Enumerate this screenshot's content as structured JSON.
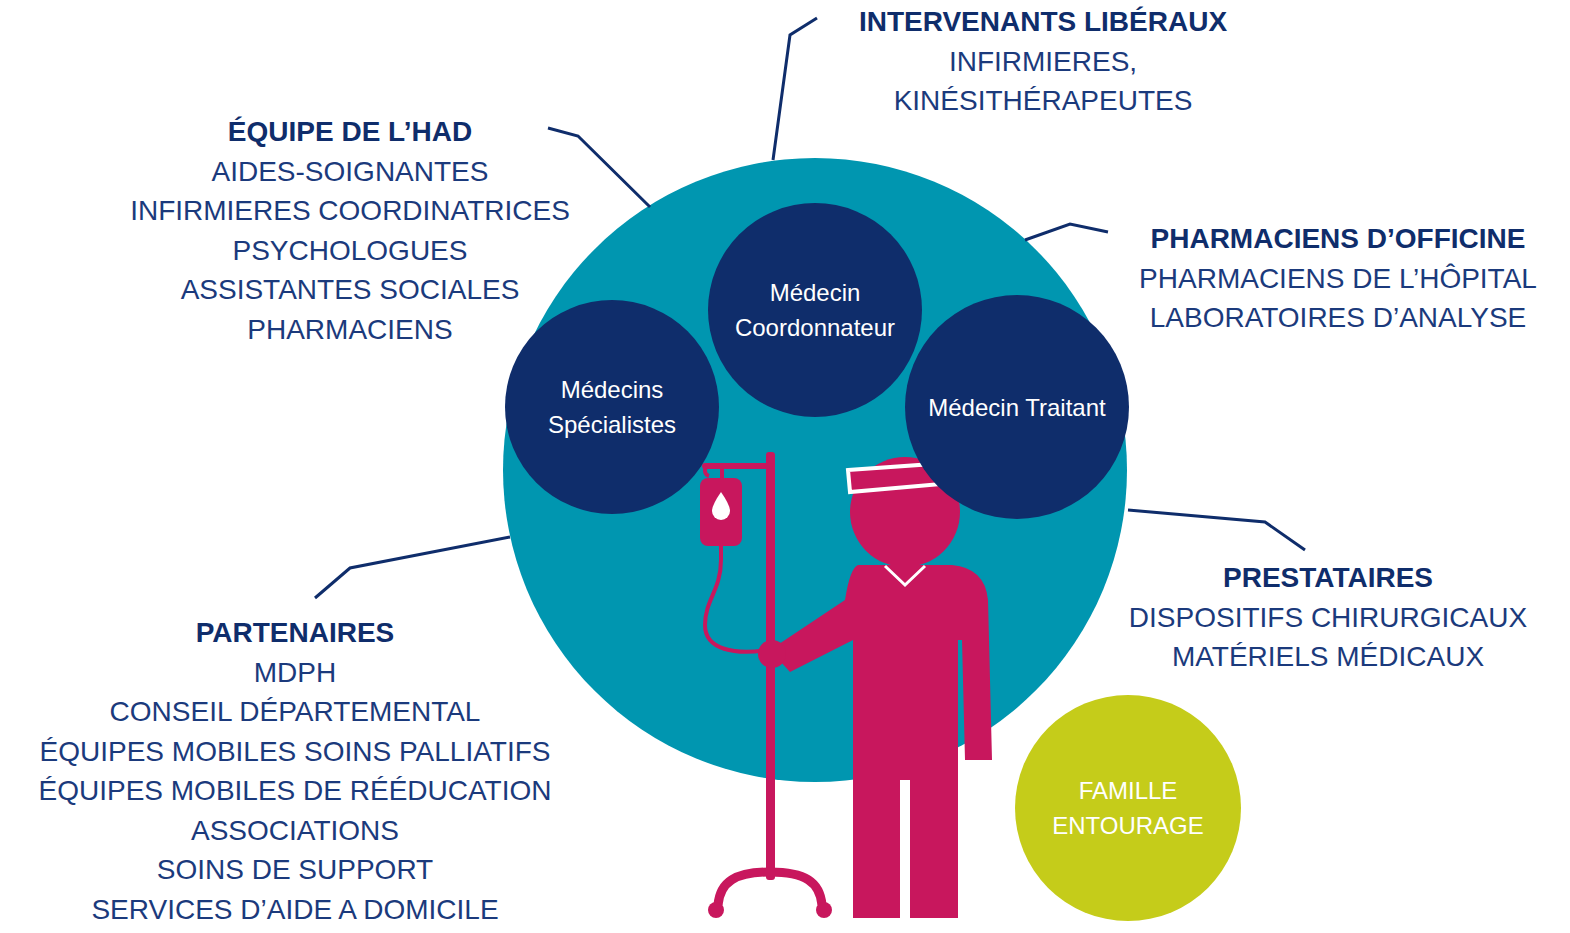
{
  "diagram": {
    "nodes": [
      {
        "text": [
          "Médecin Coordonnateur"
        ]
      },
      {
        "text": [
          "Médecins Spécialistes"
        ]
      },
      {
        "text": [
          "Médecin Traitant"
        ]
      },
      {
        "text": [
          "FAMILLE ENTOURAGE"
        ]
      }
    ],
    "labels": [
      "INTERVENANTS LIBÉRAUX",
      "INFIRMIERES,",
      "KINÉSITHÉRAPEUTES",
      "ÉQUIPE DE L’HAD",
      "AIDES-SOIGNANTES",
      "INFIRMIERES COORDINATRICES",
      "PSYCHOLOGUES",
      "ASSISTANTES SOCIALES",
      "PHARMACIENS",
      "PHARMACIENS D’OFFICINE",
      "PHARMACIENS DE L’HÔPITAL",
      "LABORATOIRES D’ANALYSE",
      "PRESTATAIRES",
      "DISPOSITIFS CHIRURGICAUX",
      "MATÉRIELS MÉDICAUX",
      "PARTENAIRES",
      "MDPH",
      "CONSEIL DÉPARTEMENTAL",
      "ÉQUIPES MOBILES SOINS PALLIATIFS",
      "ÉQUIPES MOBILES DE RÉÉDUCATION",
      "ASSOCIATIONS",
      "SOINS DE SUPPORT",
      "SERVICES D’AIDE A DOMICILE"
    ]
  }
}
